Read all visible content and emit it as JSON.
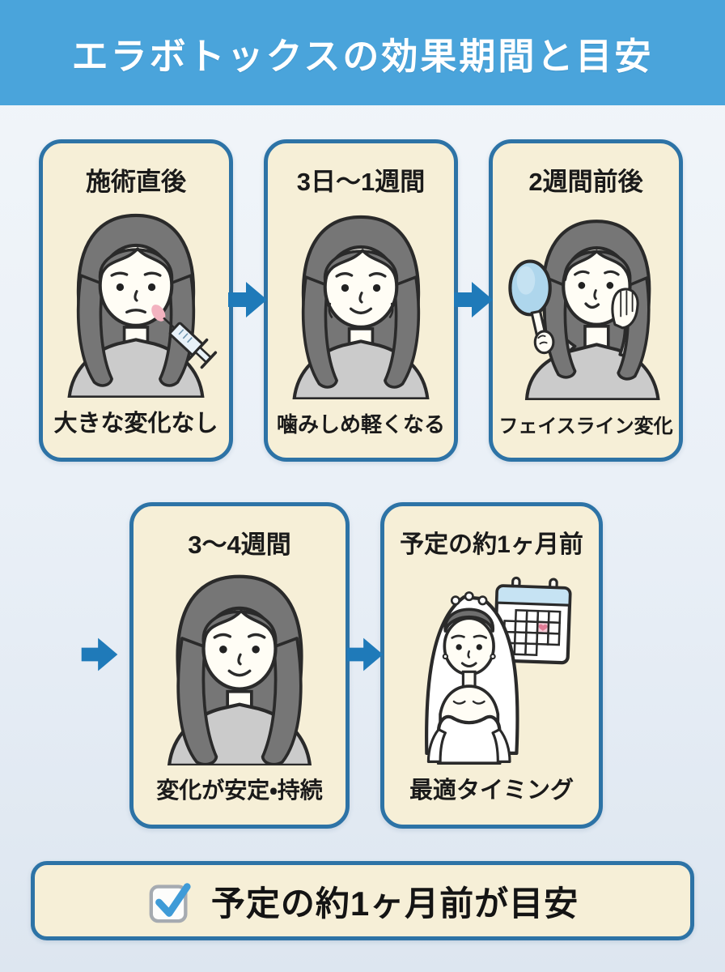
{
  "header": {
    "title": "エラボトックスの効果期間と目安"
  },
  "cards": [
    {
      "title": "施術直後",
      "caption": "大きな変化なし",
      "illustration": "woman-receiving-injection"
    },
    {
      "title": "3日〜1週間",
      "caption": "噛みしめ軽くなる",
      "illustration": "woman-relieved-smile"
    },
    {
      "title": "2週間前後",
      "caption": "フェイスライン変化",
      "illustration": "woman-hand-mirror"
    },
    {
      "title": "3〜4週間",
      "caption": "変化が安定・持続",
      "illustration": "woman-long-hair-smile"
    },
    {
      "title": "予定の約1ヶ月前",
      "caption": "最適タイミング",
      "illustration": "bride-with-calendar"
    }
  ],
  "footer": {
    "text": "予定の約1ヶ月前が目安",
    "icon": "checkbox-checked-icon"
  },
  "colors": {
    "header_bg": "#4aa4db",
    "card_bg": "#f6efd7",
    "card_border": "#2d73a6",
    "arrow_blue": "#1f7ab9",
    "text_dark": "#1a1a1a",
    "title_text": "#ffffff",
    "mirror_blue": "#aed6ec",
    "calendar_header_blue": "#c6e3f3",
    "blush_pink": "#f3b3c0",
    "check_blue": "#3f9bd7"
  }
}
